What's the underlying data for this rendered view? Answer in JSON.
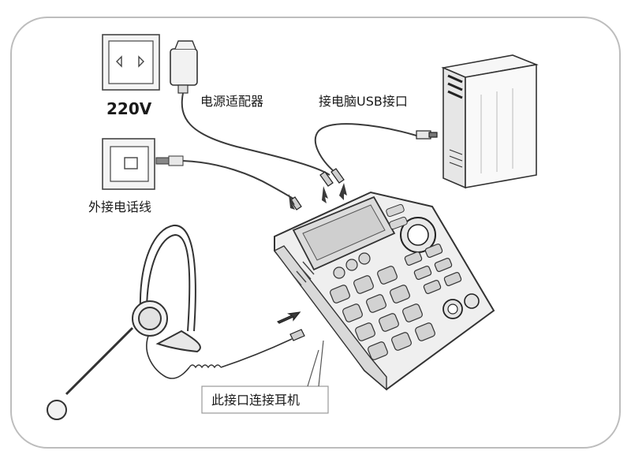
{
  "labels": {
    "voltage": "220V",
    "power_adapter": "电源适配器",
    "usb_port": "接电脑USB接口",
    "phone_line": "外接电话线",
    "headset_port": "此接口连接耳机"
  },
  "colors": {
    "line": "#3a3a3a",
    "frame": "#bdbdbd",
    "device_body": "#efefef",
    "screen": "#dcdcdc",
    "key": "#d6d6d6",
    "callout_border": "#9a9a9a"
  },
  "icons": [
    "wall-outlet-icon",
    "power-adapter-icon",
    "phone-jack-icon",
    "computer-tower-icon",
    "headset-icon",
    "desk-phone-icon"
  ]
}
